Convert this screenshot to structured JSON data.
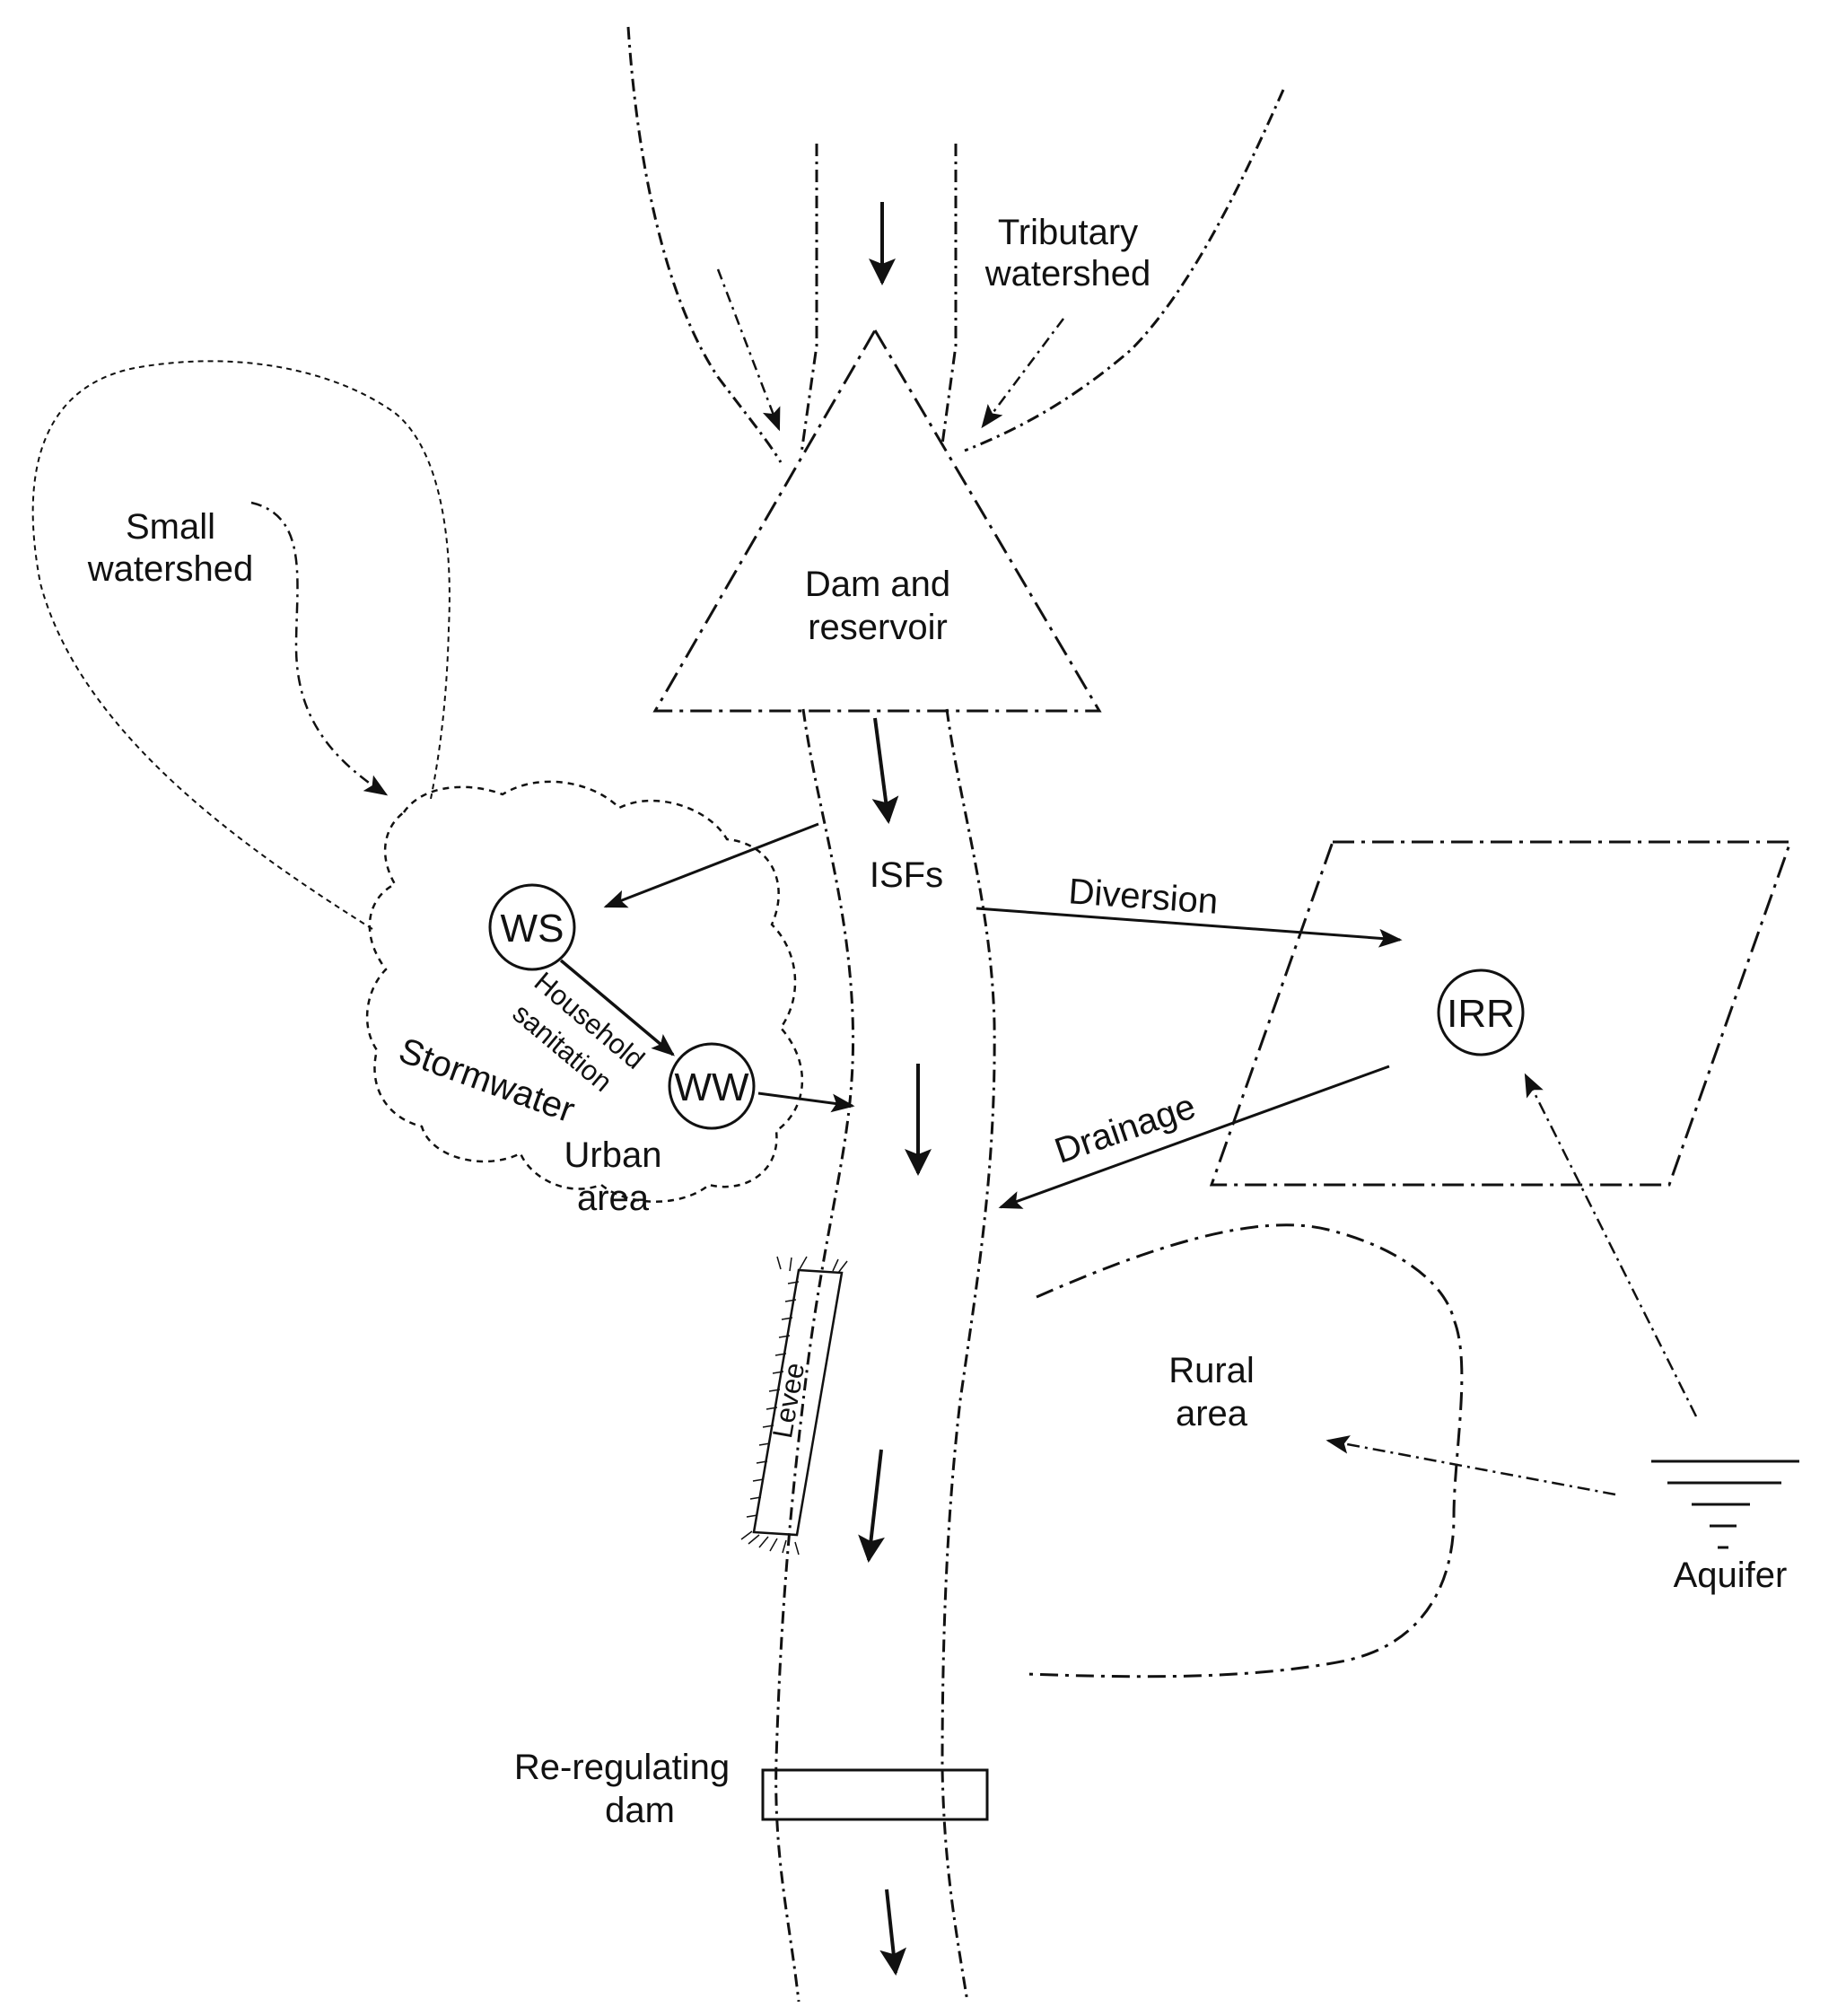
{
  "colors": {
    "ink": "#111111",
    "background": "#ffffff"
  },
  "labels": {
    "tributary": [
      "Tributary",
      "watershed"
    ],
    "small_watershed": [
      "Small",
      "watershed"
    ],
    "dam": [
      "Dam and",
      "reservoir"
    ],
    "isfs": "ISFs",
    "diversion": "Diversion",
    "drainage": "Drainage",
    "household": [
      "Household",
      "sanitation"
    ],
    "stormwater": "Stormwater",
    "urban": [
      "Urban",
      "area"
    ],
    "levee": "Levee",
    "rural": [
      "Rural",
      "area"
    ],
    "aquifer": "Aquifer",
    "reregulating": [
      "Re-regulating",
      "dam"
    ]
  },
  "nodes": {
    "ws": "WS",
    "ww": "WW",
    "irr": "IRR"
  }
}
